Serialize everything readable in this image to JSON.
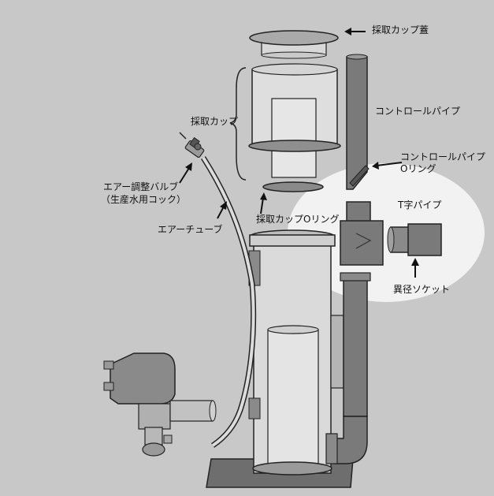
{
  "labels": {
    "cup_lid": "採取カップ蓋",
    "control_pipe": "コントロールパイプ",
    "control_pipe_oring_1": "コントロールパイプ",
    "control_pipe_oring_2": "Oリング",
    "collection_cup": "採取カップ",
    "air_valve_1": "エアー調整バルブ",
    "air_valve_2": "（生産水用コック）",
    "air_tube": "エアーチューブ",
    "cup_oring": "採取カップOリング",
    "t_pipe": "T字パイプ",
    "reducer_socket": "異径ソケット"
  },
  "colors": {
    "background": "#c8c8c8",
    "highlight": "#f2f2f2",
    "pipe_gray": "#7a7a7a",
    "outline": "#222222"
  }
}
